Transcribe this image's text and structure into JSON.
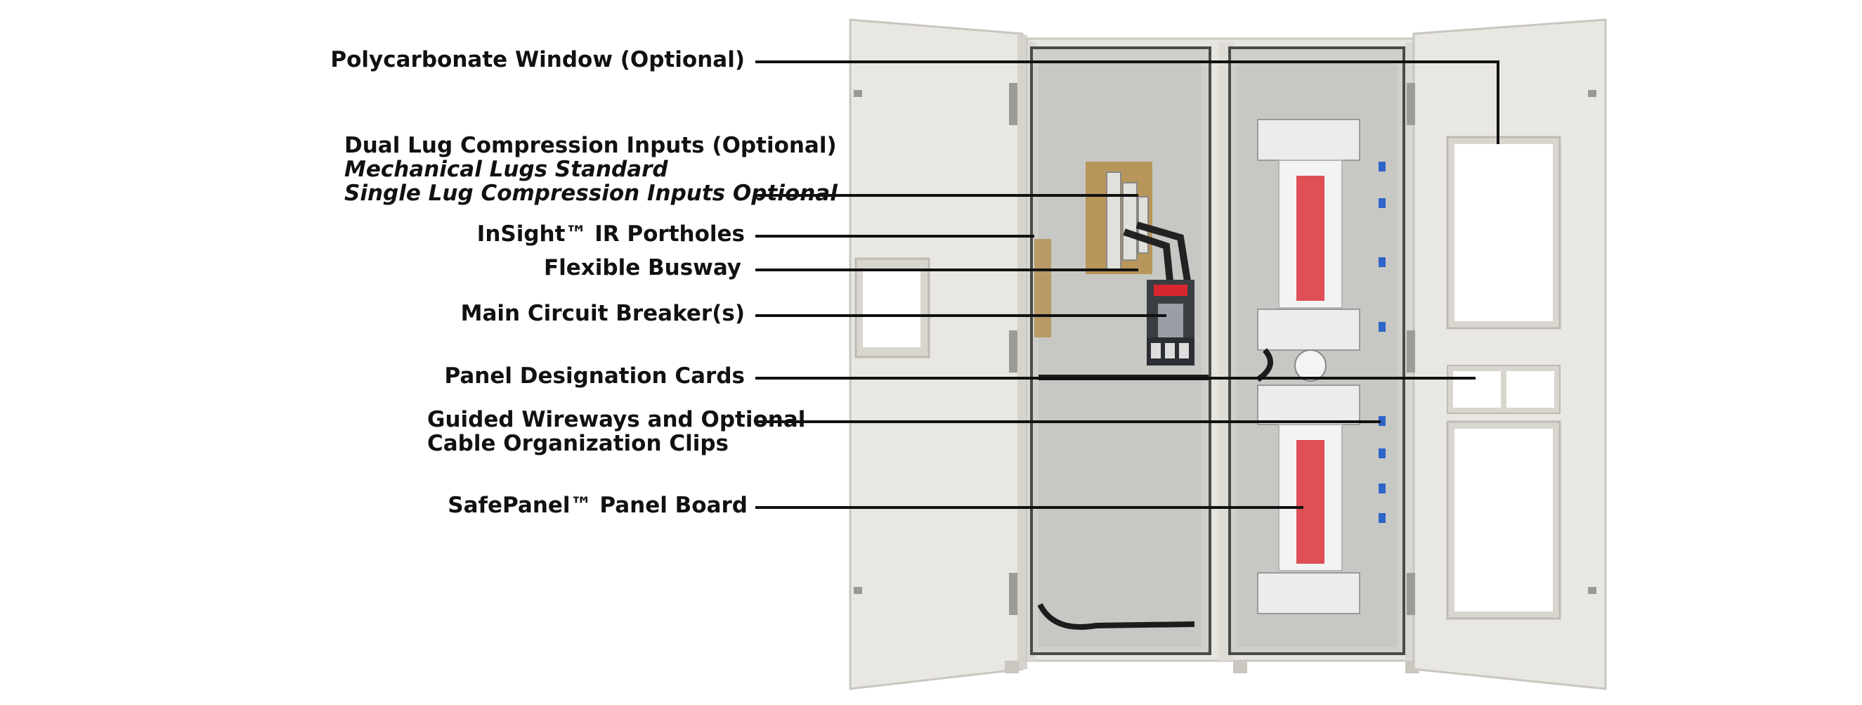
{
  "callouts": [
    {
      "id": "window",
      "lines": [
        "Polycarbonate Window (Optional)"
      ]
    },
    {
      "id": "lugs",
      "lines": [
        "Dual Lug Compression Inputs (Optional)",
        "Mechanical Lugs Standard",
        "Single Lug Compression Inputs Optional"
      ]
    },
    {
      "id": "insight",
      "lines": [
        "InSight™ IR Portholes"
      ]
    },
    {
      "id": "busway",
      "lines": [
        "Flexible Busway"
      ]
    },
    {
      "id": "breaker",
      "lines": [
        "Main Circuit Breaker(s)"
      ]
    },
    {
      "id": "cards",
      "lines": [
        "Panel Designation Cards"
      ]
    },
    {
      "id": "wireways",
      "lines": [
        "Guided Wireways and Optional",
        "Cable Organization Clips"
      ]
    },
    {
      "id": "safepanel",
      "lines": [
        "SafePanel™ Panel Board"
      ]
    }
  ],
  "colors": {
    "enclosure": "#e9e7e1",
    "enclosure_shade": "#d8d6cf",
    "interior": "#cfd0cc",
    "window": "#ffffff",
    "breaker_red": "#d8262e",
    "breaker_body": "#ececec",
    "copper": "#b8955a",
    "clip_blue": "#2f64c8",
    "leader": "#111111"
  }
}
